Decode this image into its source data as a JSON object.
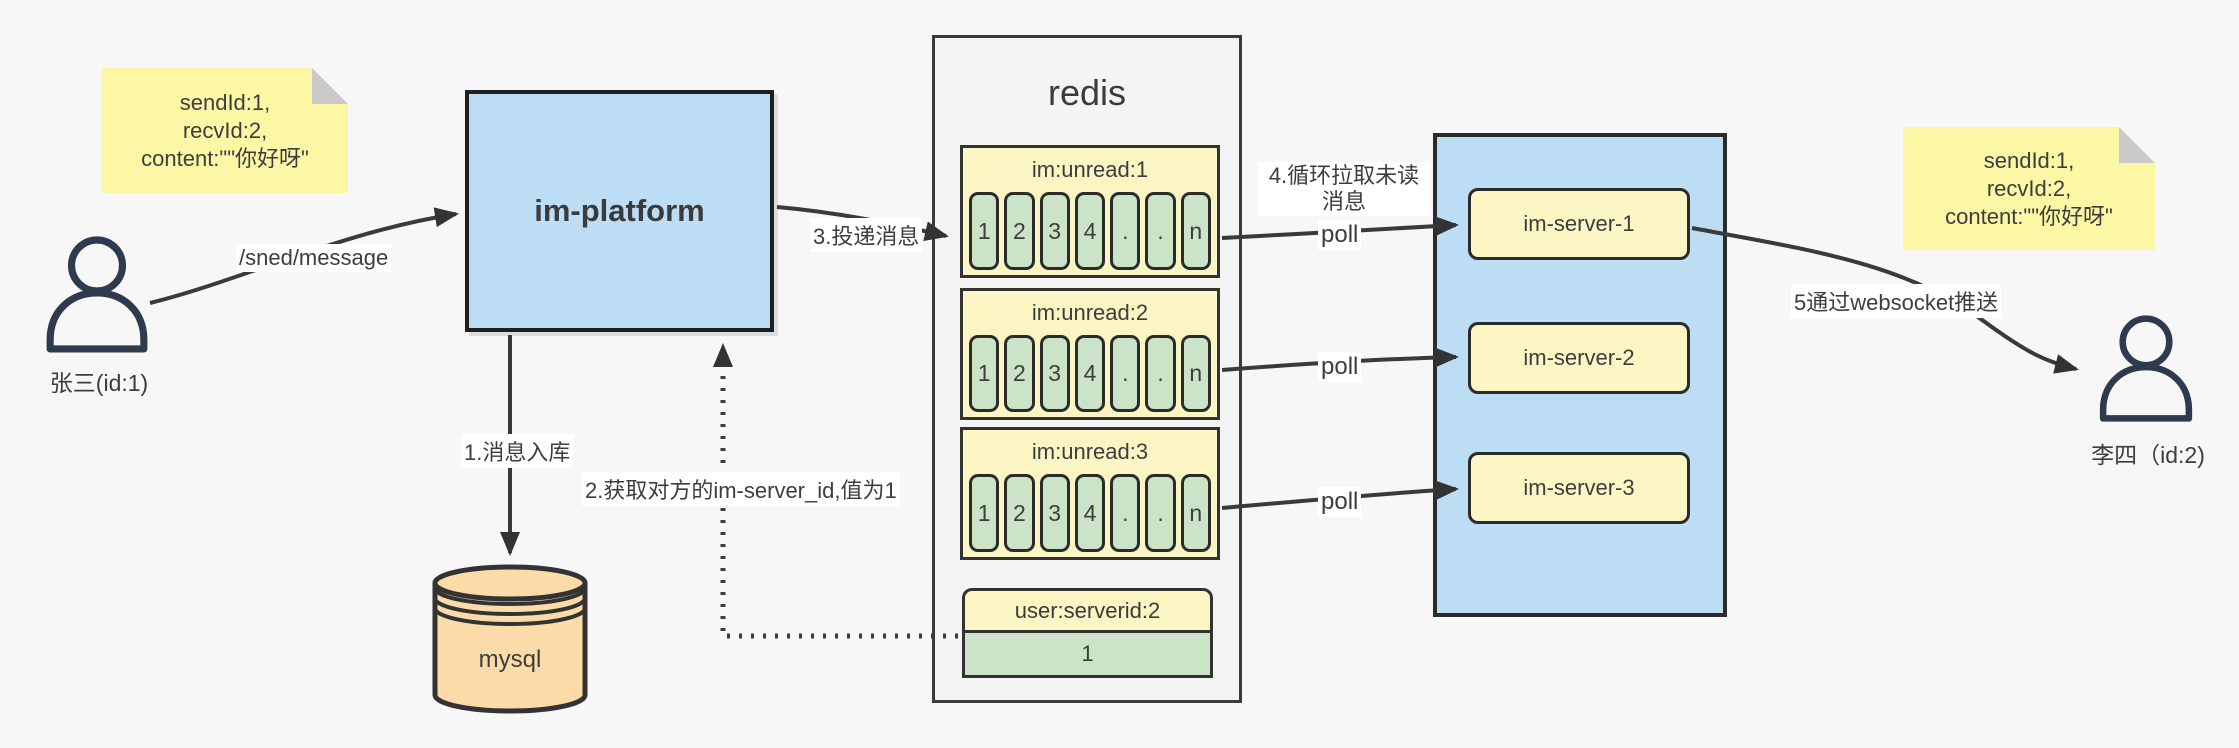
{
  "notes": {
    "left": {
      "lines": [
        "sendId:1,",
        "recvId:2,",
        "content:\"\"你好呀\""
      ]
    },
    "right": {
      "lines": [
        "sendId:1,",
        "recvId:2,",
        "content:\"\"你好呀\""
      ]
    }
  },
  "actors": {
    "sender": {
      "label": "张三(id:1)"
    },
    "receiver": {
      "label": "李四（id:2)"
    }
  },
  "platform": {
    "label": "im-platform"
  },
  "database": {
    "label": "mysql"
  },
  "redis": {
    "title": "redis",
    "queues": [
      {
        "name": "im:unread:1",
        "cells": [
          "1",
          "2",
          "3",
          "4",
          ".",
          ".",
          "n"
        ]
      },
      {
        "name": "im:unread:2",
        "cells": [
          "1",
          "2",
          "3",
          "4",
          ".",
          ".",
          "n"
        ]
      },
      {
        "name": "im:unread:3",
        "cells": [
          "1",
          "2",
          "3",
          "4",
          ".",
          ".",
          "n"
        ]
      }
    ],
    "mapping": {
      "name": "user:serverid:2",
      "value": "1"
    }
  },
  "servers": {
    "items": [
      {
        "label": "im-server-1"
      },
      {
        "label": "im-server-2"
      },
      {
        "label": "im-server-3"
      }
    ]
  },
  "edges": {
    "send": "/sned/message",
    "step1": "1.消息入库",
    "step2": "2.获取对方的im-server_id,值为1",
    "step3": "3.投递消息",
    "step4": "4.循环拉取未读消息",
    "poll": "poll",
    "step5": "5通过websocket推送"
  },
  "colors": {
    "platform_blue": "#BDDDF5",
    "box_yellow": "#FBF5C4",
    "cell_green": "#CBE4C8",
    "db_orange": "#FBDCA9",
    "note_yellow": "#FBF7A5",
    "line_dark": "#3a3a3a"
  }
}
